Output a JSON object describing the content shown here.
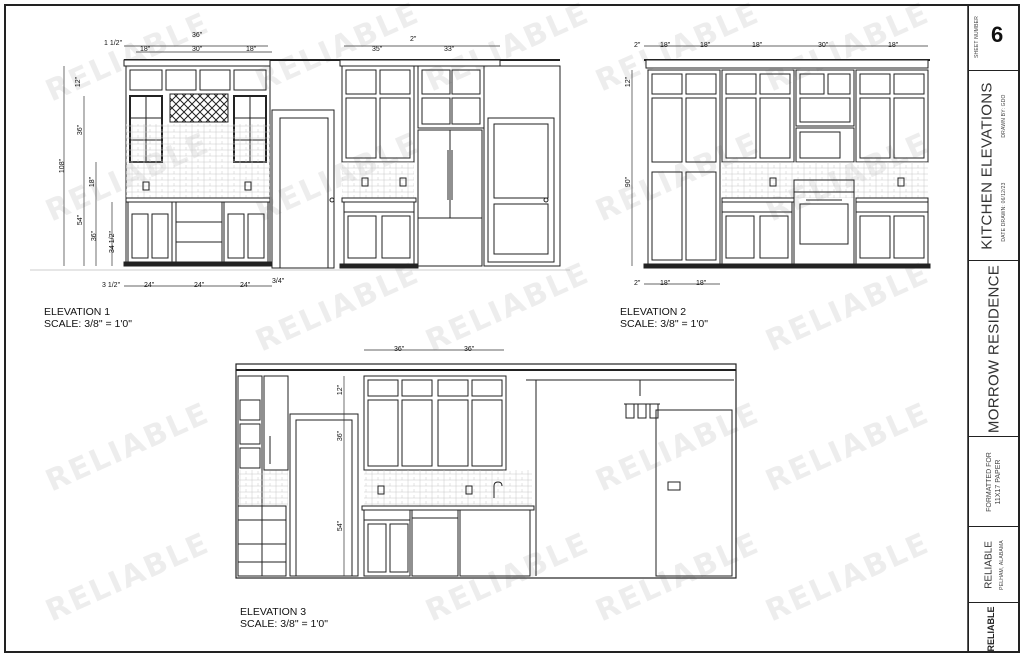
{
  "sheet": {
    "sheet_number_label": "SHEET NUMBER",
    "sheet_number": "6",
    "title": "KITCHEN ELEVATIONS",
    "drawn_by": "DRAWN BY: GDO",
    "date_drawn": "DATE DRAWN: 06/12/23",
    "project": "MORROW RESIDENCE",
    "format": "FORMATTED FOR 11X17 PAPER",
    "company": "RELIABLE",
    "company_location": "PELHAM, ALABAMA",
    "watermark": "RELIABLE"
  },
  "elevations": [
    {
      "name": "ELEVATION 1",
      "scale": "SCALE: 3/8\" = 1'0\""
    },
    {
      "name": "ELEVATION 2",
      "scale": "SCALE: 3/8\" = 1'0\""
    },
    {
      "name": "ELEVATION 3",
      "scale": "SCALE: 3/8\" = 1'0\""
    }
  ],
  "dims": {
    "e1_top_a": "1 1/2\"",
    "e1_18a": "18\"",
    "e1_36": "36\"",
    "e1_30": "30\"",
    "e1_18b": "18\"",
    "e1_35": "35\"",
    "e1_33": "33\"",
    "e1_2": "2\"",
    "e1_bottom_a": "3 1/2\"",
    "e1_24a": "24\"",
    "e1_24b": "24\"",
    "e1_24c": "24\"",
    "e1_bottom_b": "3/4\"",
    "e1_h108": "108\"",
    "e1_h36": "36\"",
    "e1_h18": "18\"",
    "e1_h54": "54\"",
    "e1_h36b": "36\"",
    "e1_h34": "34 1/2\"",
    "e1_h12": "12\"",
    "e2_2a": "2\"",
    "e2_18a": "18\"",
    "e2_18b": "18\"",
    "e2_18c": "18\"",
    "e2_30": "30\"",
    "e2_18d": "18\"",
    "e2_bottom_2": "2\"",
    "e2_bottom_18a": "18\"",
    "e2_bottom_18b": "18\"",
    "e2_h90": "90\"",
    "e2_h12": "12\"",
    "e3_36a": "36\"",
    "e3_36b": "36\"",
    "e3_h36": "36\"",
    "e3_h54": "54\"",
    "e3_h12": "12\""
  }
}
